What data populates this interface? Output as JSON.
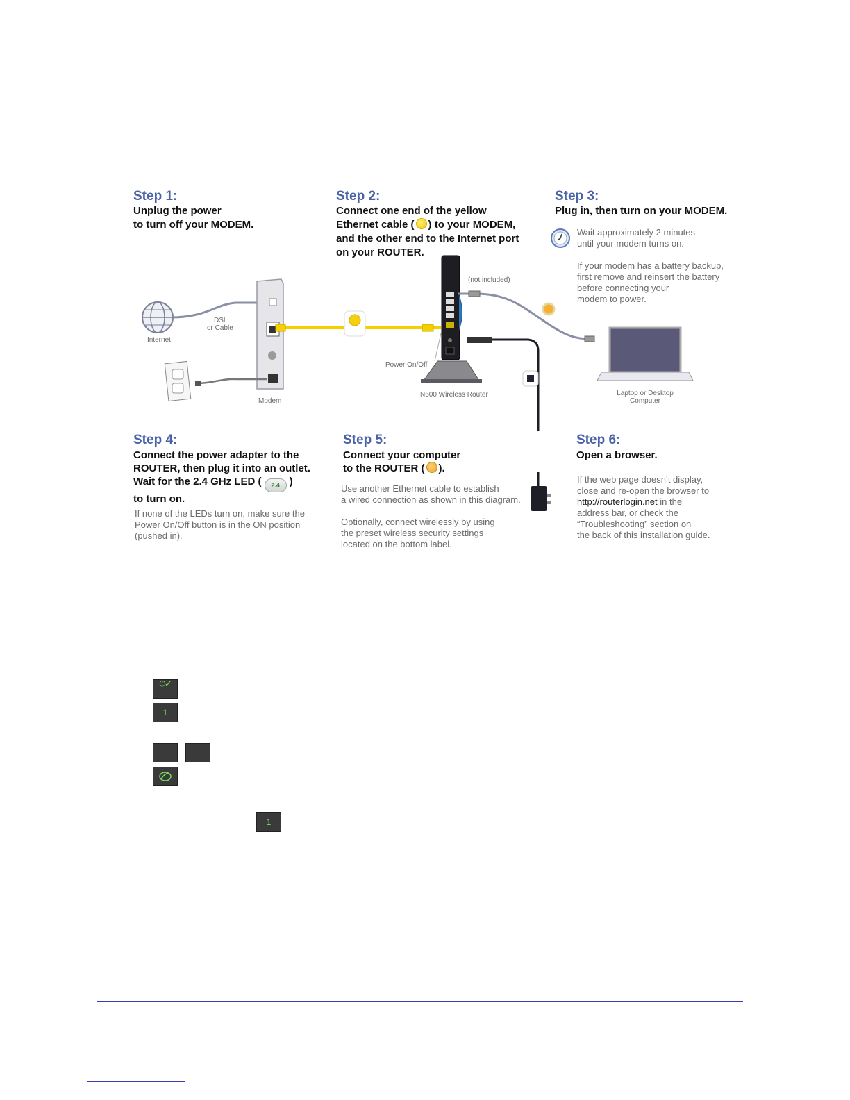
{
  "steps": {
    "s1": {
      "title": "Step 1:",
      "line1": "Unplug the power",
      "line2": "to turn off your MODEM."
    },
    "s2": {
      "title": "Step 2:",
      "line1": "Connect one end of the yellow",
      "line2a": "Ethernet cable (",
      "line2b": ") to your MODEM,",
      "line3": "and the other end to the Internet port",
      "line4": "on your ROUTER."
    },
    "s3": {
      "title": "Step 3:",
      "line1": "Plug in, then turn on your MODEM.",
      "wait1": "Wait approximately 2 minutes",
      "wait2": "until your modem turns on.",
      "bat1": "If your modem has a battery backup,",
      "bat2": "first remove and reinsert the battery",
      "bat3": "before connecting your",
      "bat4": "modem to power."
    },
    "s4": {
      "title": "Step 4:",
      "line1": "Connect the power adapter to the",
      "line2": "ROUTER, then plug it into an outlet.",
      "line3a": "Wait for the 2.4 GHz LED (",
      "line3b": ")",
      "line4": "to turn on.",
      "led_text": "2.4",
      "note1": "If none of the LEDs turn on, make sure the",
      "note2": "Power On/Off button is in the ON position",
      "note3": "(pushed in)."
    },
    "s5": {
      "title": "Step 5:",
      "line1": "Connect your computer",
      "line2a": "to the ROUTER (",
      "line2b": ").",
      "note1": "Use another Ethernet cable to establish",
      "note2": "a wired connection as shown in this diagram.",
      "note3": "Optionally, connect wirelessly by using",
      "note4": "the preset wireless security settings",
      "note5": "located on the bottom label."
    },
    "s6": {
      "title": "Step 6:",
      "line1": "Open a browser.",
      "note1": "If the web page doesn’t display,",
      "note2": "close and re-open the browser to",
      "url": "http://routerlogin.net",
      "note3b": " in the",
      "note4": "address bar, or check the",
      "note5": "“Troubleshooting” section on",
      "note6": "the back of this installation guide."
    }
  },
  "diagram_labels": {
    "internet": "Internet",
    "dsl": "DSL",
    "cable": "or Cable",
    "modem": "Modem",
    "not_included": "(not included)",
    "power_onoff": "Power On/Off",
    "router": "N600 Wireless Router",
    "laptop1": "Laptop or Desktop",
    "laptop2": "Computer"
  },
  "led_icons": {
    "power": "⏻✓",
    "number": "1",
    "number2": "1"
  },
  "colors": {
    "step_blue": "#4a63a8",
    "cable_yellow": "#f5d000",
    "led_green": "#7bdc5a",
    "rule_blue": "#3b3bb5"
  }
}
